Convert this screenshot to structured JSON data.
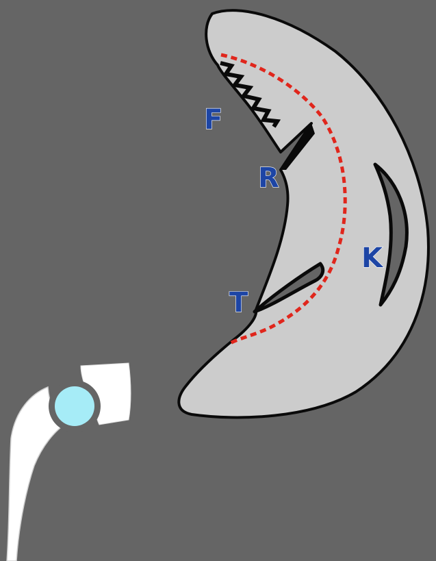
{
  "labels": {
    "F": "F",
    "R": "R",
    "T": "T",
    "K": "K"
  },
  "colors": {
    "background": "#656565",
    "crescent_fill": "#cccccc",
    "outline": "#0a0a0a",
    "dashed_line": "#e0261c",
    "label_text": "#1d45a5",
    "joint_fill": "#ffffff",
    "ball": "#a6ecf7"
  }
}
